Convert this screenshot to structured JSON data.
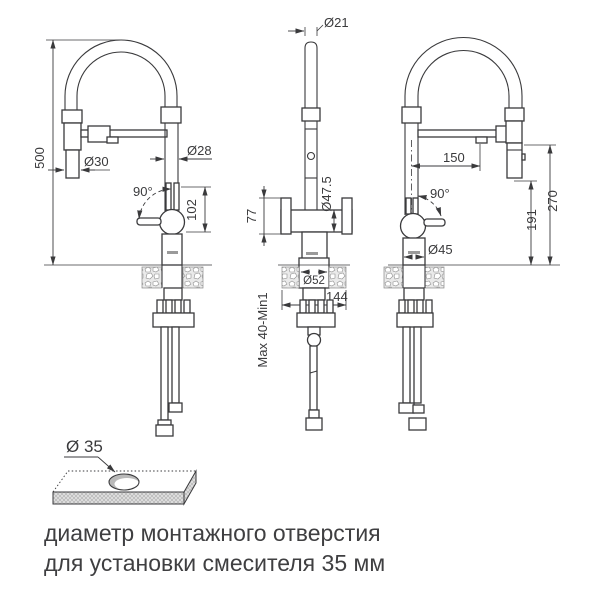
{
  "colors": {
    "line": "#3a3a3c",
    "hatch_gray": "#a5a5a5",
    "stone_gray": "#909090"
  },
  "views": {
    "side_left": {
      "dims": {
        "overall_height": "500",
        "spray_head_diameter": "Ø30",
        "spout_tube_diameter": "Ø28",
        "handle_swivel_angle": "90°",
        "body_top_height": "102"
      }
    },
    "front": {
      "dims": {
        "spout_top_diameter": "Ø21",
        "cross_body_diameter": "Ø47.5",
        "side_outlet_height": "77",
        "base_diameter": "Ø52",
        "base_footprint_width": "144",
        "mounting_thickness_range": "Max 40-Min1"
      }
    },
    "side_right": {
      "dims": {
        "spout_reach": "150",
        "outlet_height": "270",
        "spray_clearance_height": "191",
        "handle_swivel_angle": "90°",
        "body_diameter": "Ø45"
      }
    }
  },
  "hole_detail": {
    "diameter_label": "Ø 35"
  },
  "caption": {
    "line1": "диаметр монтажного отверстия",
    "line2": "для установки смесителя 35 мм"
  }
}
